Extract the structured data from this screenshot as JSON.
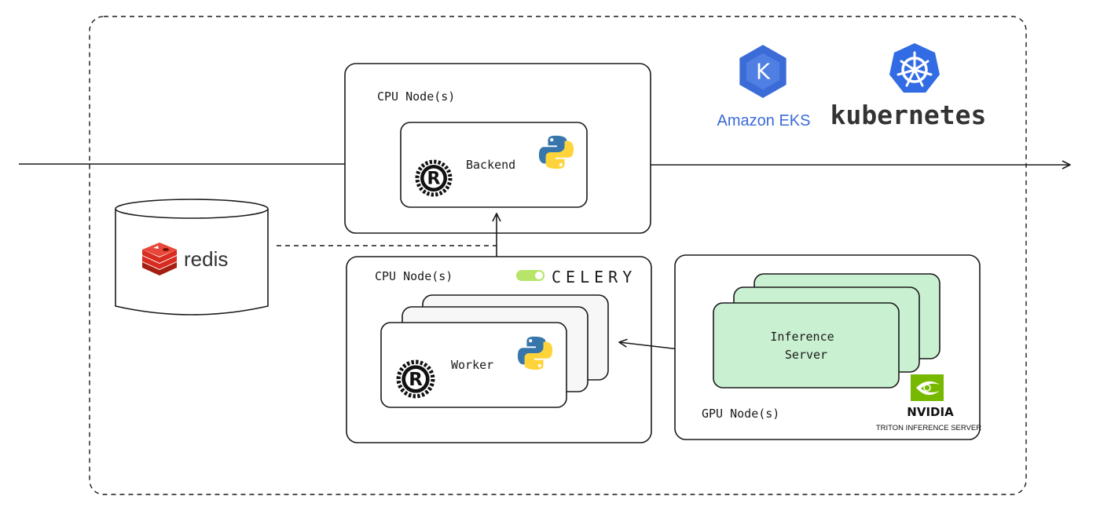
{
  "cpu_node_backend": {
    "label": "CPU Node(s)",
    "service": "Backend"
  },
  "cpu_node_worker": {
    "label": "CPU Node(s)",
    "service": "Worker",
    "queue_brand": "CELERY"
  },
  "gpu_node": {
    "label": "GPU Node(s)",
    "service_line1": "Inference",
    "service_line2": "Server",
    "vendor": "NVIDIA",
    "vendor_sub": "TRITON INFERENCE SERVER"
  },
  "redis": {
    "label": "redis"
  },
  "platform": {
    "eks_label": "Amazon EKS",
    "k8s_label": "kubernetes"
  },
  "colors": {
    "eks_blue": "#3b6bd6",
    "k8s_blue": "#326ce5",
    "redis_red": "#d82c20",
    "nvidia_green": "#76b900",
    "celery_green": "#b6e56a",
    "server_green": "#c9f0d0",
    "python_blue": "#3776ab",
    "python_yellow": "#ffd43b"
  },
  "icons": [
    "rust-logo-icon",
    "python-logo-icon",
    "redis-logo-icon",
    "celery-logo-icon",
    "nvidia-logo-icon",
    "eks-logo-icon",
    "kubernetes-logo-icon"
  ]
}
